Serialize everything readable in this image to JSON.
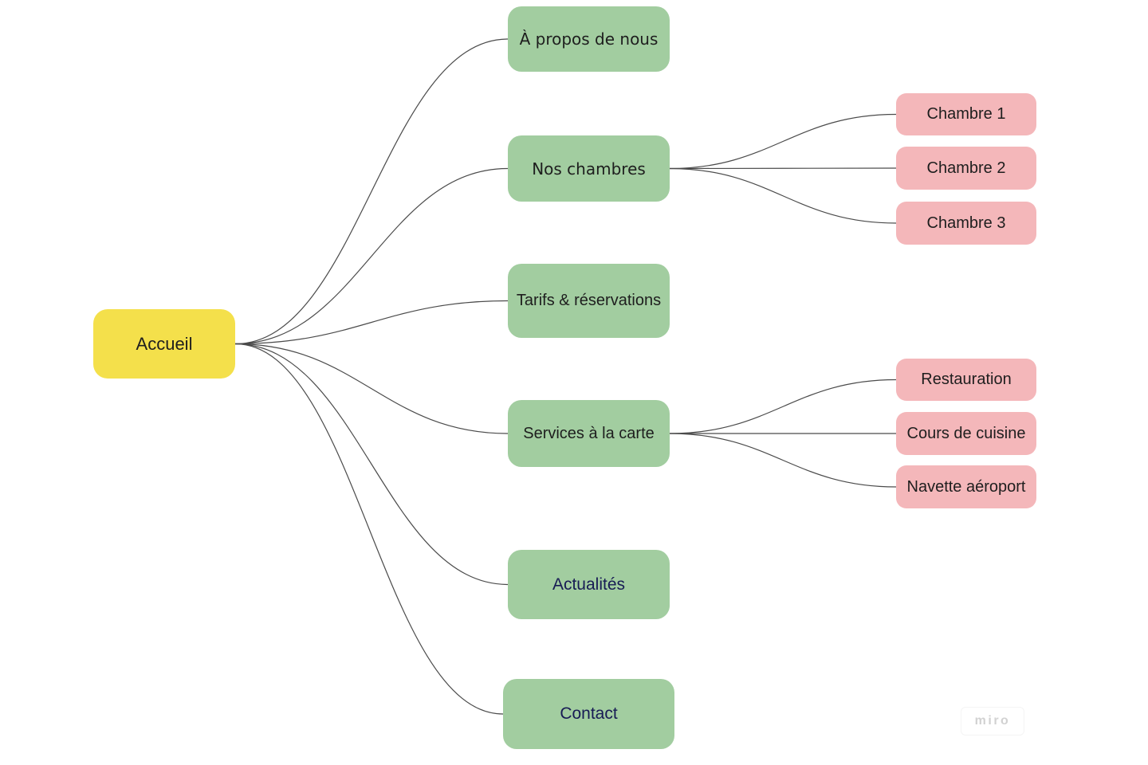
{
  "diagram_type": "sitemap-mindmap",
  "palette": {
    "root_fill": "#F4E04B",
    "branch_fill": "#A2CDA0",
    "leaf_fill": "#F4B7BA",
    "edge_stroke": "#4b4b4b",
    "text_dark": "#1e1e1e",
    "text_navy": "#171B54",
    "watermark_text": "#d2d2d2"
  },
  "nodes": [
    {
      "id": "accueil",
      "label": "Accueil",
      "level": 0,
      "parent": null,
      "color_role": "root_fill",
      "text_color": "dark"
    },
    {
      "id": "a-propos",
      "label": "À propos de nous",
      "level": 1,
      "parent": "accueil",
      "color_role": "branch_fill",
      "text_color": "dark"
    },
    {
      "id": "nos-chambres",
      "label": "Nos chambres",
      "level": 1,
      "parent": "accueil",
      "color_role": "branch_fill",
      "text_color": "dark"
    },
    {
      "id": "tarifs",
      "label": "Tarifs & réservations",
      "level": 1,
      "parent": "accueil",
      "color_role": "branch_fill",
      "text_color": "dark"
    },
    {
      "id": "services",
      "label": "Services à la carte",
      "level": 1,
      "parent": "accueil",
      "color_role": "branch_fill",
      "text_color": "dark"
    },
    {
      "id": "actualites",
      "label": "Actualités",
      "level": 1,
      "parent": "accueil",
      "color_role": "branch_fill",
      "text_color": "navy"
    },
    {
      "id": "contact",
      "label": "Contact",
      "level": 1,
      "parent": "accueil",
      "color_role": "branch_fill",
      "text_color": "navy"
    },
    {
      "id": "chambre-1",
      "label": "Chambre 1",
      "level": 2,
      "parent": "nos-chambres",
      "color_role": "leaf_fill",
      "text_color": "dark"
    },
    {
      "id": "chambre-2",
      "label": "Chambre 2",
      "level": 2,
      "parent": "nos-chambres",
      "color_role": "leaf_fill",
      "text_color": "dark"
    },
    {
      "id": "chambre-3",
      "label": "Chambre 3",
      "level": 2,
      "parent": "nos-chambres",
      "color_role": "leaf_fill",
      "text_color": "dark"
    },
    {
      "id": "restauration",
      "label": "Restauration",
      "level": 2,
      "parent": "services",
      "color_role": "leaf_fill",
      "text_color": "dark"
    },
    {
      "id": "cours-de-cuisine",
      "label": "Cours de cuisine",
      "level": 2,
      "parent": "services",
      "color_role": "leaf_fill",
      "text_color": "dark"
    },
    {
      "id": "navette-aeroport",
      "label": "Navette aéroport",
      "level": 2,
      "parent": "services",
      "color_role": "leaf_fill",
      "text_color": "dark"
    }
  ],
  "watermark": {
    "label": "miro"
  }
}
